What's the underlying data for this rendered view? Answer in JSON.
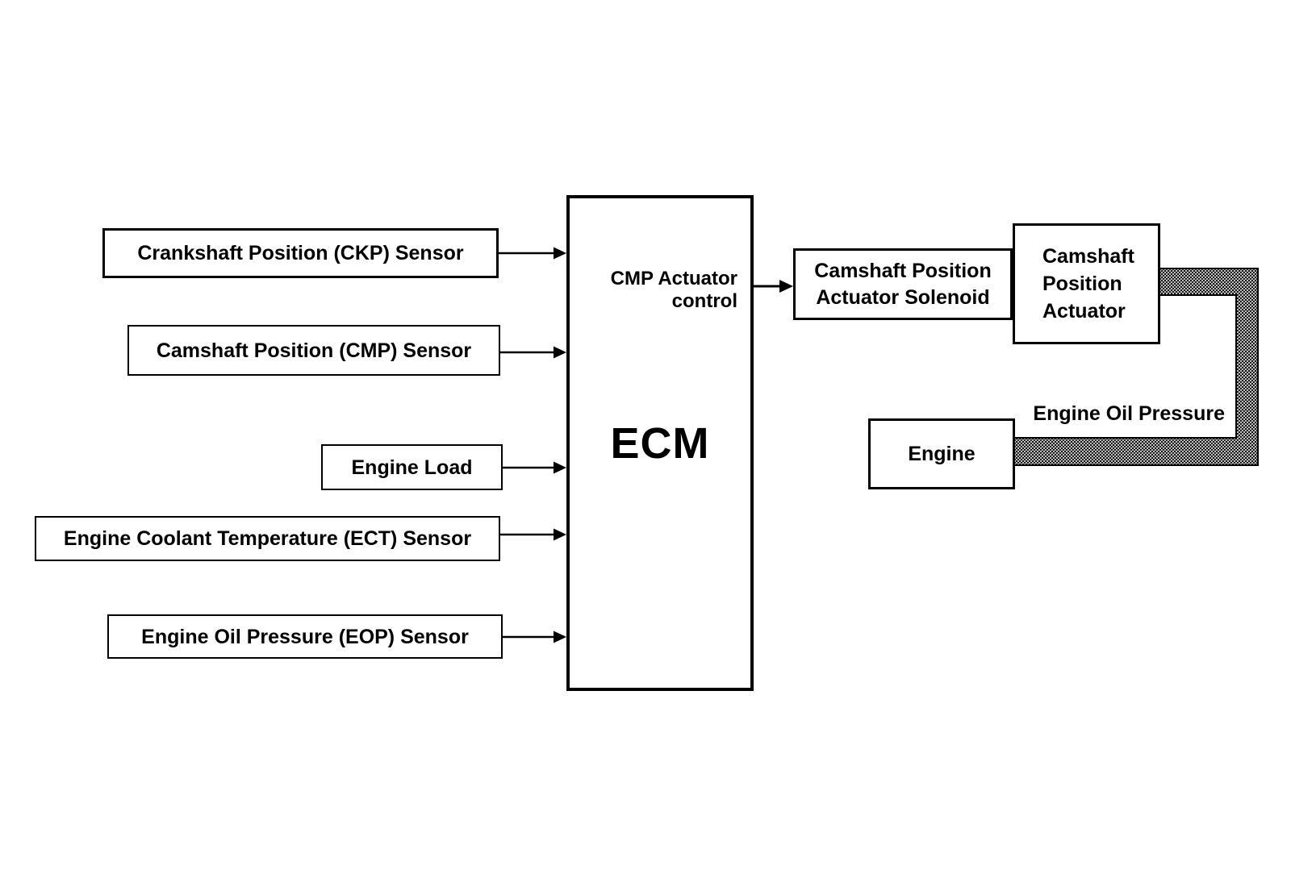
{
  "diagram": {
    "inputs": [
      "Crankshaft Position (CKP) Sensor",
      "Camshaft Position (CMP) Sensor",
      "Engine Load",
      "Engine Coolant Temperature (ECT) Sensor",
      "Engine Oil Pressure (EOP) Sensor"
    ],
    "ecm": {
      "label": "ECM",
      "control_line1": "CMP Actuator",
      "control_line2": "control"
    },
    "solenoid": {
      "line1": "Camshaft Position",
      "line2": "Actuator Solenoid"
    },
    "actuator": {
      "line1": "Camshaft",
      "line2": "Position",
      "line3": "Actuator"
    },
    "engine": {
      "label": "Engine"
    },
    "pipe_label": "Engine Oil Pressure",
    "colors": {
      "line": "#000000",
      "background": "#ffffff",
      "text": "#000000"
    }
  }
}
